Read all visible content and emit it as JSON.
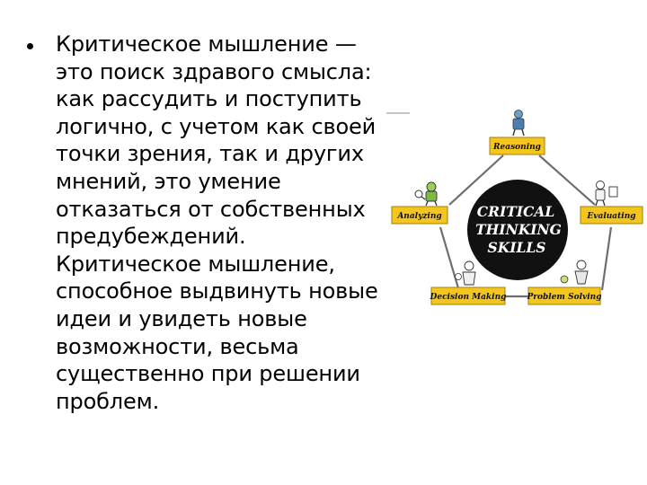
{
  "slide": {
    "bullet_text": "Критическое мышление —\nэто поиск здравого смысла:\nкак рассудить и поступить\nлогично, с учетом как своей\nточки зрения, так и других\nмнений, это умение\nотказаться от собственных\nпредубеждений.\nКритическое мышление,\nспособное выдвинуть новые\nидеи и увидеть новые\nвозможности, весьма\nсущественно при решении\nпроблем."
  },
  "diagram": {
    "center": {
      "line1": "CRITICAL",
      "line2": "THINKING",
      "line3": "SKILLS"
    },
    "nodes": [
      {
        "label": "Reasoning"
      },
      {
        "label": "Evaluating"
      },
      {
        "label": "Problem Solving"
      },
      {
        "label": "Decision Making"
      },
      {
        "label": "Analyzing"
      }
    ],
    "colors": {
      "box": "#f4c51c",
      "box_border": "#a08010",
      "circle": "#111111",
      "line": "#6e6e6e"
    }
  }
}
